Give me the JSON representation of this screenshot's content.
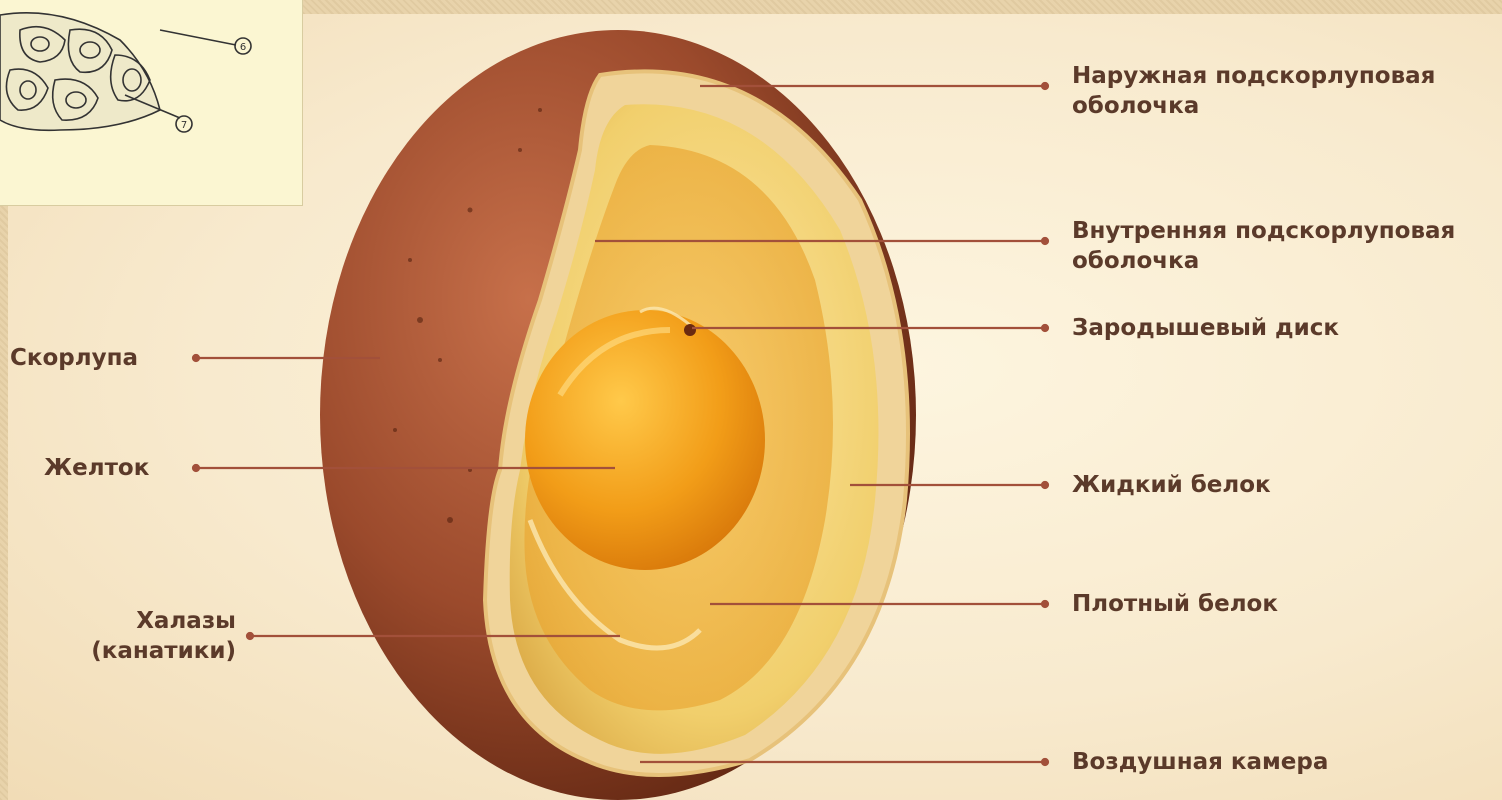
{
  "inset_callouts": {
    "n6": "6",
    "n7": "7"
  },
  "labels": {
    "outer_membrane": [
      "Наружная подскорлуповая",
      "оболочка"
    ],
    "inner_membrane": [
      "Внутренняя подскорлуповая",
      "оболочка"
    ],
    "germinal_disc": "Зародышевый диск",
    "thin_albumen": "Жидкий белок",
    "thick_albumen": "Плотный белок",
    "air_cell": "Воздушная камера",
    "shell": "Скорлупа",
    "yolk": "Желток",
    "chalazae": [
      "Халазы",
      "(канатики)"
    ]
  },
  "colors": {
    "shell": "#8b3f22",
    "yolk": "#f2a21a",
    "albumen": "#f3d27a",
    "leader": "#a2503a",
    "label_text": "#5b3a2a"
  }
}
